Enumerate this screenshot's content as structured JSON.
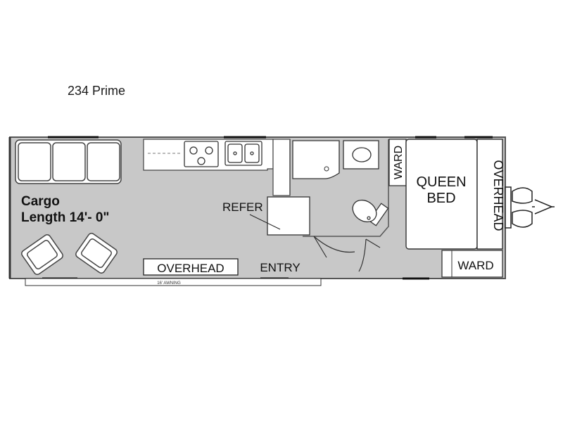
{
  "title": "234 Prime",
  "colors": {
    "floor": "#c8c8c8",
    "wall": "#555555",
    "fixture_fill": "#ffffff",
    "line": "#333333"
  },
  "labels": {
    "cargo_line1": "Cargo",
    "cargo_line2": "Length 14'- 0\"",
    "refer": "REFER",
    "overhead_front": "OVERHEAD",
    "entry": "ENTRY",
    "ward_top": "WARD",
    "ward_bottom": "WARD",
    "queen_line1": "QUEEN",
    "queen_line2": "BED",
    "overhead_rear": "OVERHEAD",
    "awning": "16' AWNING"
  },
  "icons": [
    "sofa-icon",
    "recliner-chair-icon",
    "stove-icon",
    "sink-icon",
    "shower-icon",
    "toilet-icon",
    "lavatory-sink-icon",
    "hitch-icon"
  ]
}
